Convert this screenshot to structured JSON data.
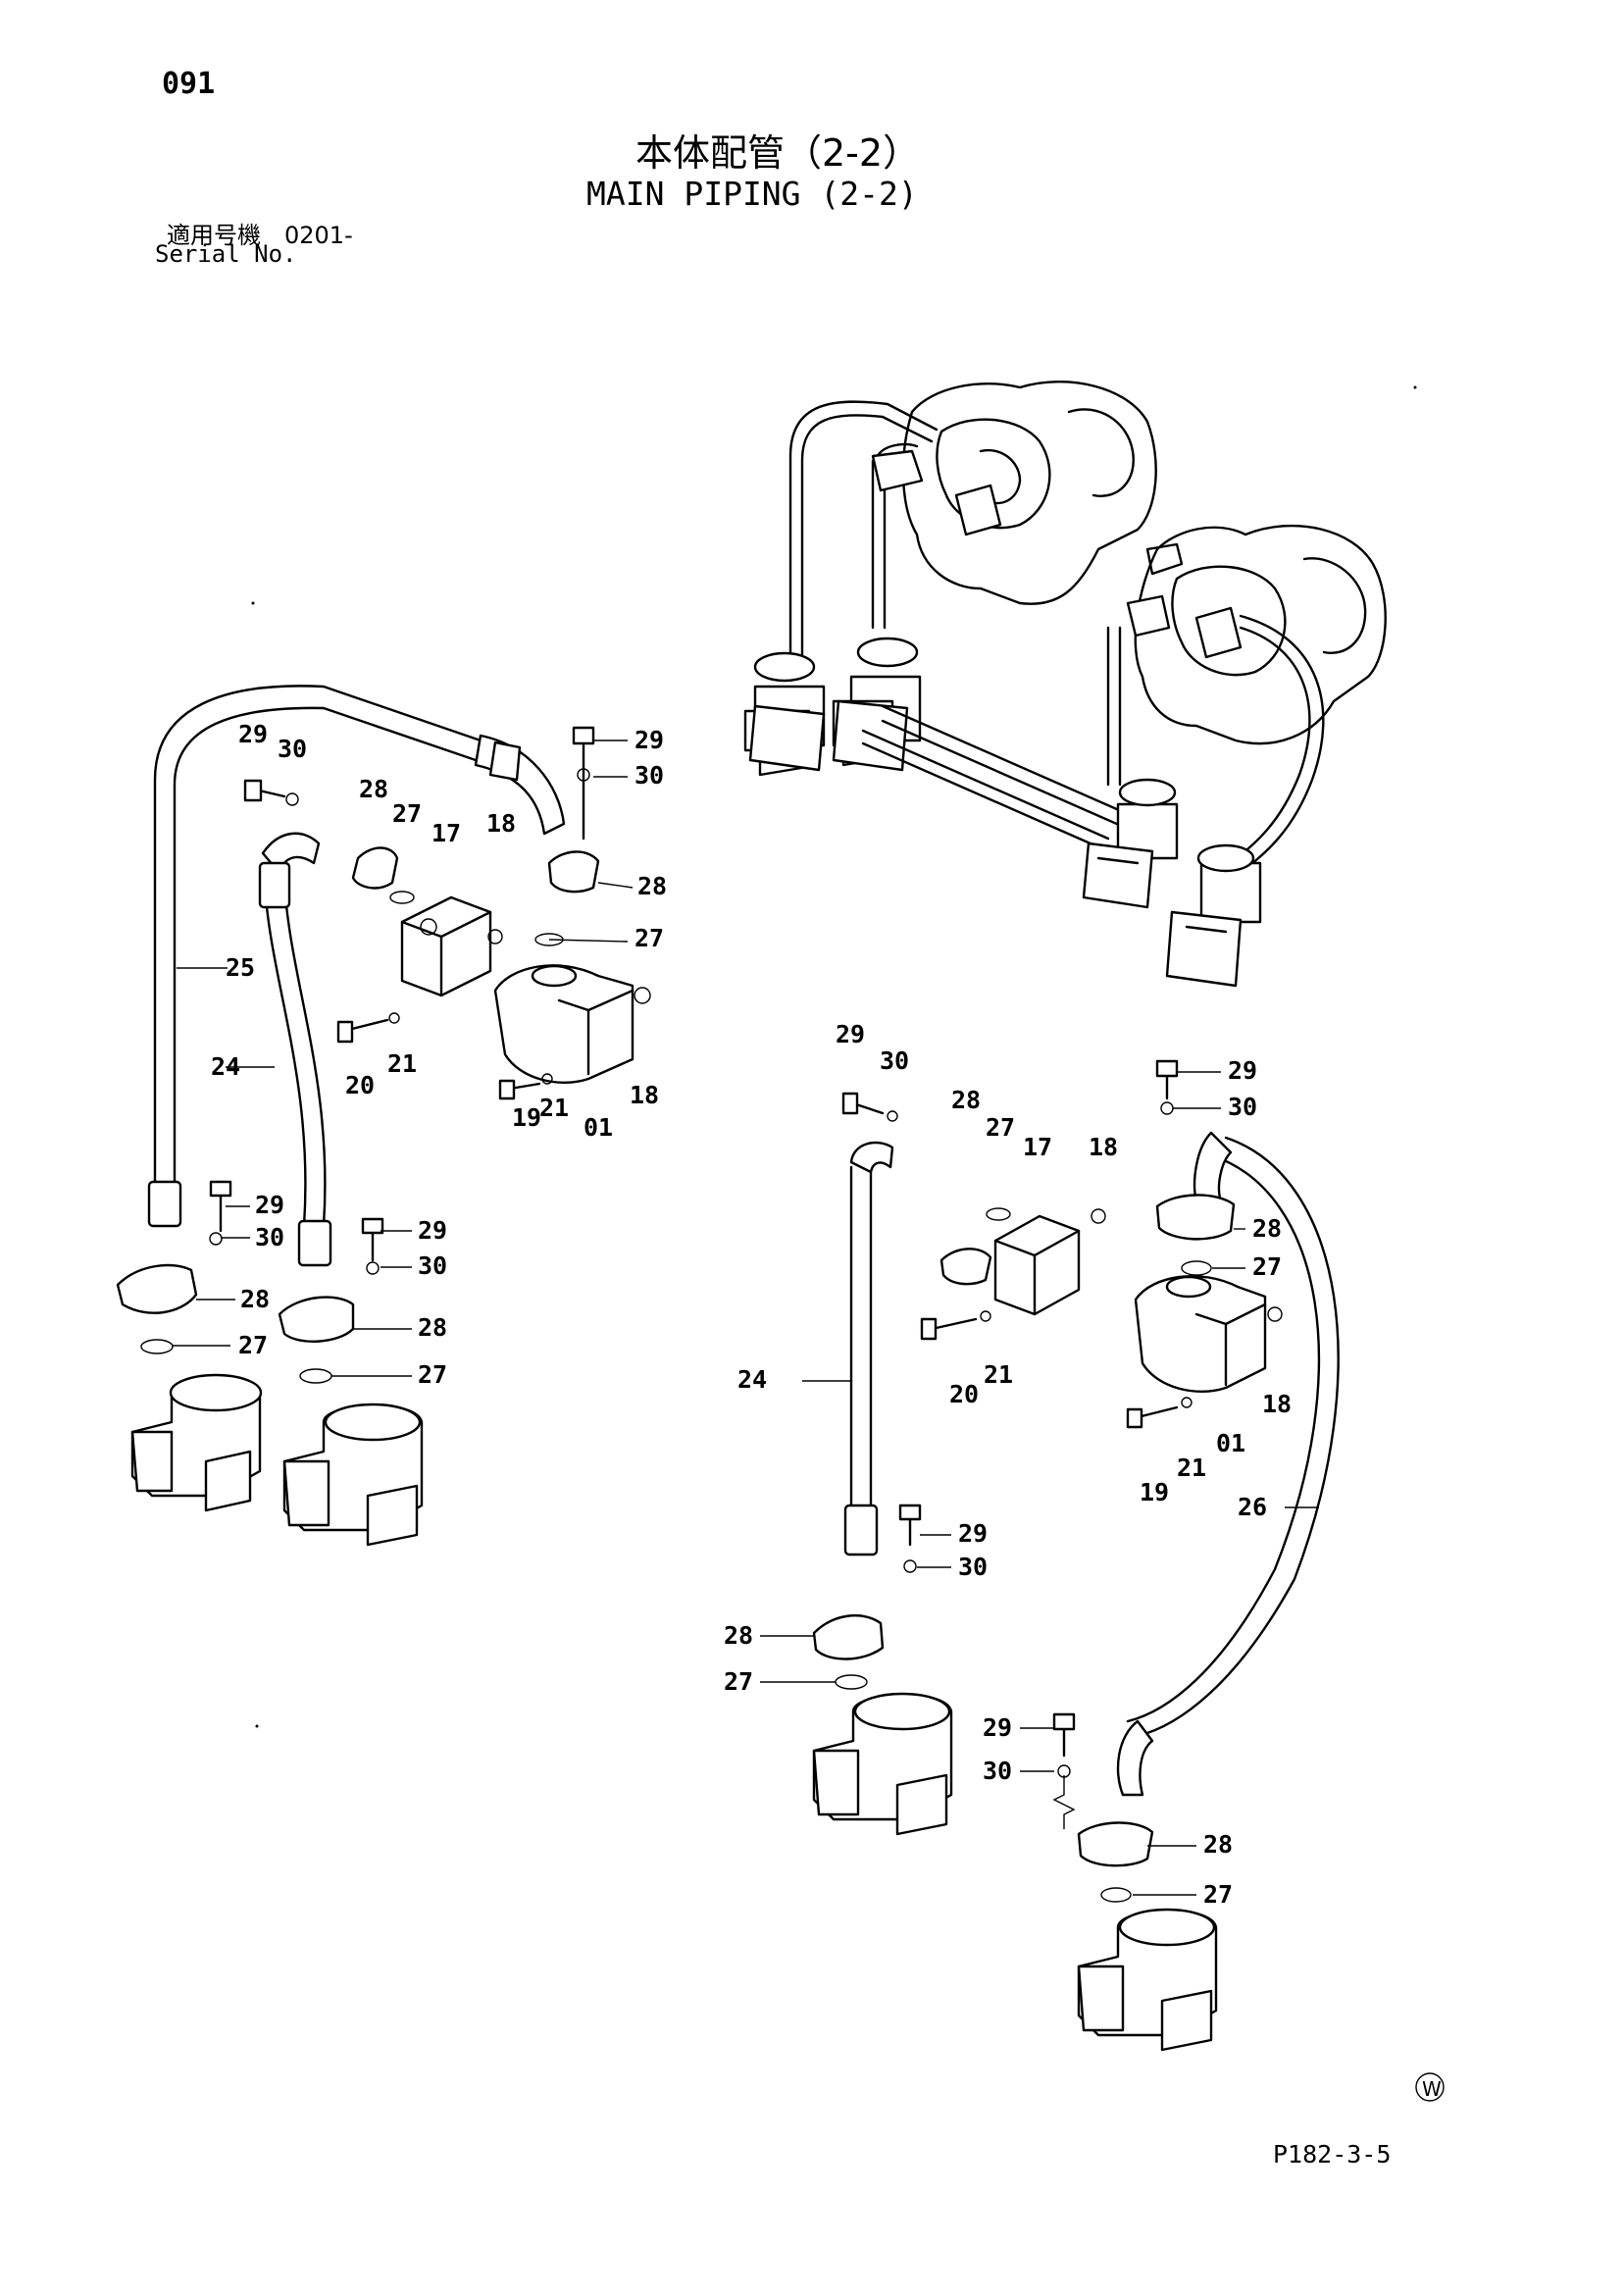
{
  "header": {
    "page_number": "091",
    "title_jp": "本体配管（2-2）",
    "title_en": "MAIN PIPING (2-2)",
    "serial_label_jp": "適用号機　0201-",
    "serial_label_en": "Serial No."
  },
  "footer": {
    "page_code": "P182-3-5",
    "mark": "W"
  },
  "callouts": {
    "c01": "01",
    "c17": "17",
    "c18": "18",
    "c19": "19",
    "c20": "20",
    "c21": "21",
    "c24": "24",
    "c25": "25",
    "c26": "26",
    "c27": "27",
    "c28": "28",
    "c29": "29",
    "c30": "30"
  },
  "colors": {
    "ink": "#000000",
    "paper": "#ffffff"
  }
}
